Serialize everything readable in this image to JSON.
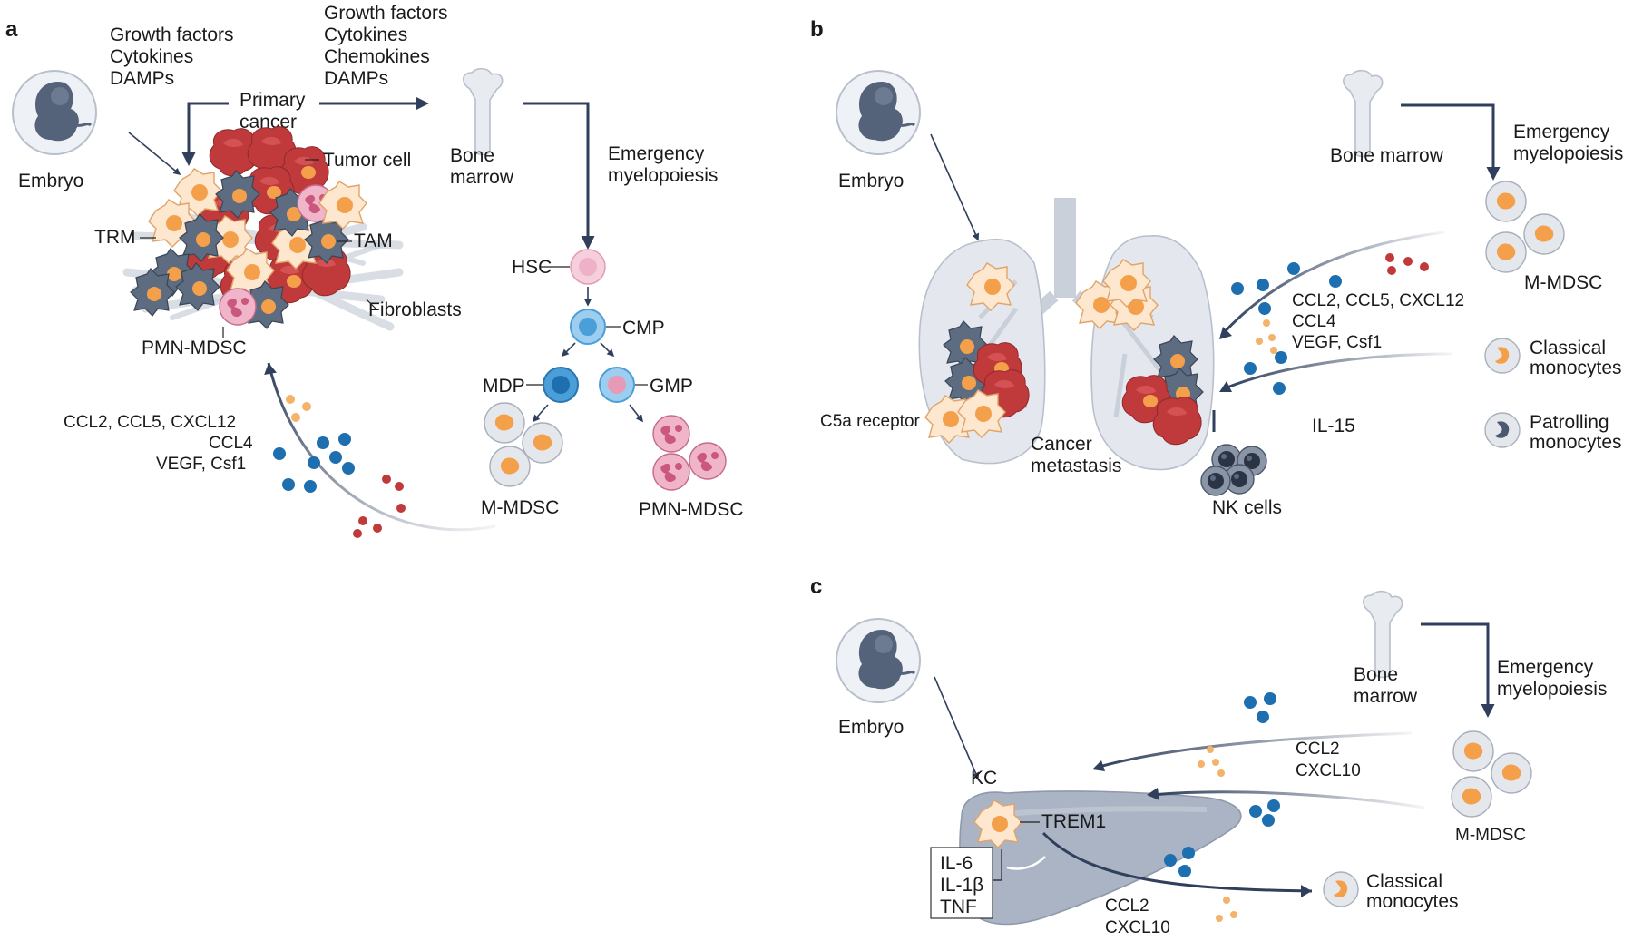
{
  "panels": {
    "a": {
      "letter": "a",
      "signals_left": [
        "Growth factors",
        "Cytokines",
        "DAMPs"
      ],
      "signals_right": [
        "Growth factors",
        "Cytokines",
        "Chemokines",
        "DAMPs"
      ],
      "primary_cancer": [
        "Primary",
        "cancer"
      ],
      "embryo": "Embryo",
      "tumor_cell": "Tumor cell",
      "trm": "TRM",
      "tam": "TAM",
      "fibroblasts": "Fibroblasts",
      "pmn_mdsc_tumor": "PMN-MDSC",
      "bone_marrow": [
        "Bone",
        "marrow"
      ],
      "emergency": [
        "Emergency",
        "myelopoiesis"
      ],
      "hsc": "HSC",
      "cmp": "CMP",
      "mdp": "MDP",
      "gmp": "GMP",
      "m_mdsc": "M-MDSC",
      "pmn_mdsc": "PMN-MDSC",
      "chemokines": [
        "CCL2, CCL5, CXCL12",
        "CCL4",
        "VEGF, Csf1"
      ]
    },
    "b": {
      "letter": "b",
      "embryo": "Embryo",
      "bone_marrow": "Bone marrow",
      "emergency": [
        "Emergency",
        "myelopoiesis"
      ],
      "m_mdsc": "M-MDSC",
      "chemokines": [
        "CCL2, CCL5, CXCL12",
        "CCL4",
        "VEGF, Csf1"
      ],
      "classical": [
        "Classical",
        "monocytes"
      ],
      "il15": "IL-15",
      "patrolling": [
        "Patrolling",
        "monocytes"
      ],
      "c5a": "C5a receptor",
      "metastasis": [
        "Cancer",
        "metastasis"
      ],
      "nk": "NK cells"
    },
    "c": {
      "letter": "c",
      "embryo": "Embryo",
      "bone_marrow": [
        "Bone",
        "marrow"
      ],
      "emergency": [
        "Emergency",
        "myelopoiesis"
      ],
      "chemokines_top": [
        "CCL2",
        "CXCL10"
      ],
      "m_mdsc": "M-MDSC",
      "kc": "KC",
      "trem1": "TREM1",
      "cytokines": [
        "IL-6",
        "IL-1β",
        "TNF"
      ],
      "chemokines_bottom": [
        "CCL2",
        "CXCL10"
      ],
      "classical": [
        "Classical",
        "monocytes"
      ]
    }
  },
  "colors": {
    "arrow": "#2f3f5c",
    "tumor_red": "#c0393b",
    "dark_cell": "#5d6c80",
    "trm_cream": "#fde7cf",
    "nucleus_orange": "#f4a04a",
    "pink_cell": "#e79ab5",
    "blue_cell": "#4a9fd8",
    "blue_dot": "#1d6fb0",
    "red_dot": "#c0393b",
    "orange_dot": "#f4b26a",
    "tissue_grey": "#c9d0da",
    "organ_grey": "#aab4c4"
  },
  "icons": [
    "embryo-icon",
    "bone-icon",
    "lung-icon",
    "liver-icon"
  ]
}
